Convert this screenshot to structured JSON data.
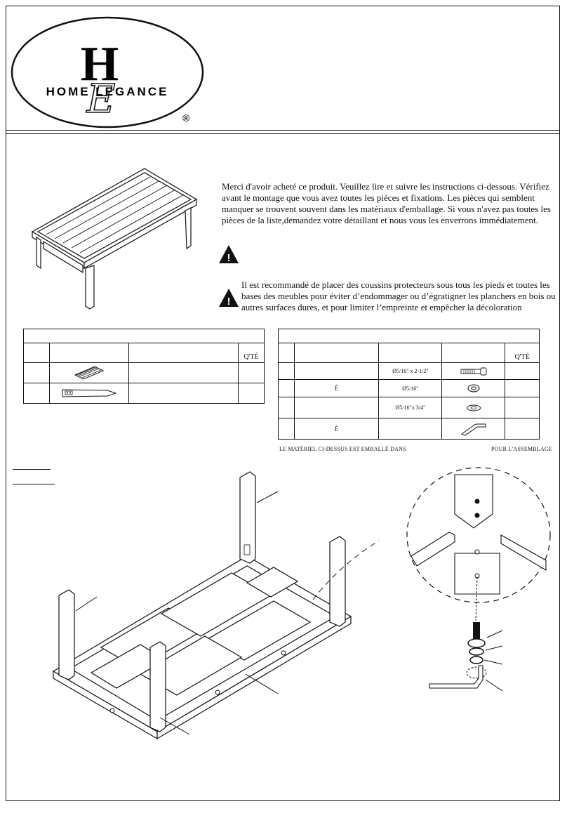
{
  "brand": {
    "initial": "H",
    "script_letter": "E",
    "wordmark": "HOME LEGANCE",
    "registered": "®"
  },
  "intro_text": "Merci d'avoir acheté ce produit. Veuillez lire et suivre les instructions ci-dessous. Vérifiez avant le montage que vous avez toutes les pièces et fixations. Les pièces qui semblent manquer se trouvent souvent dans les matériaux  d'emballage. Si vous n'avez pas toutes les pièces de la liste,demandez    votre détaillant et nous vous les enverrons immédiatement.",
  "warning_text": "Il est recommandé de placer des coussins protecteurs sous tous les pieds et toutes les bases des meubles pour éviter d’endommager ou d’égratigner les planchers en bois ou autres surfaces dures, et pour limiter l’empreinte et empêcher la décoloration",
  "parts_table": {
    "qty_header": "Q'TÉ",
    "rows": [
      {
        "icon": "table-top-icon"
      },
      {
        "icon": "leg-bracket-icon"
      }
    ]
  },
  "hardware_table": {
    "qty_header": "Q'TÉ",
    "rows": [
      {
        "label": "",
        "spec": "Ø5/16\" x 2-1/2\"",
        "icon": "bolt-icon"
      },
      {
        "label": "É",
        "spec": "Ø5/16\"",
        "icon": "lock-washer-icon"
      },
      {
        "label": "",
        "spec": "Ø5/16\"x 3/4\"",
        "icon": "flat-washer-icon"
      },
      {
        "label": "É",
        "spec": "",
        "icon": "allen-key-icon"
      }
    ]
  },
  "packing_note": {
    "left": "LE MATÉRIEL CI-DESSUS EST EMBALLÉ DANS",
    "right": "POUR L’ASSEMBLAGE"
  }
}
